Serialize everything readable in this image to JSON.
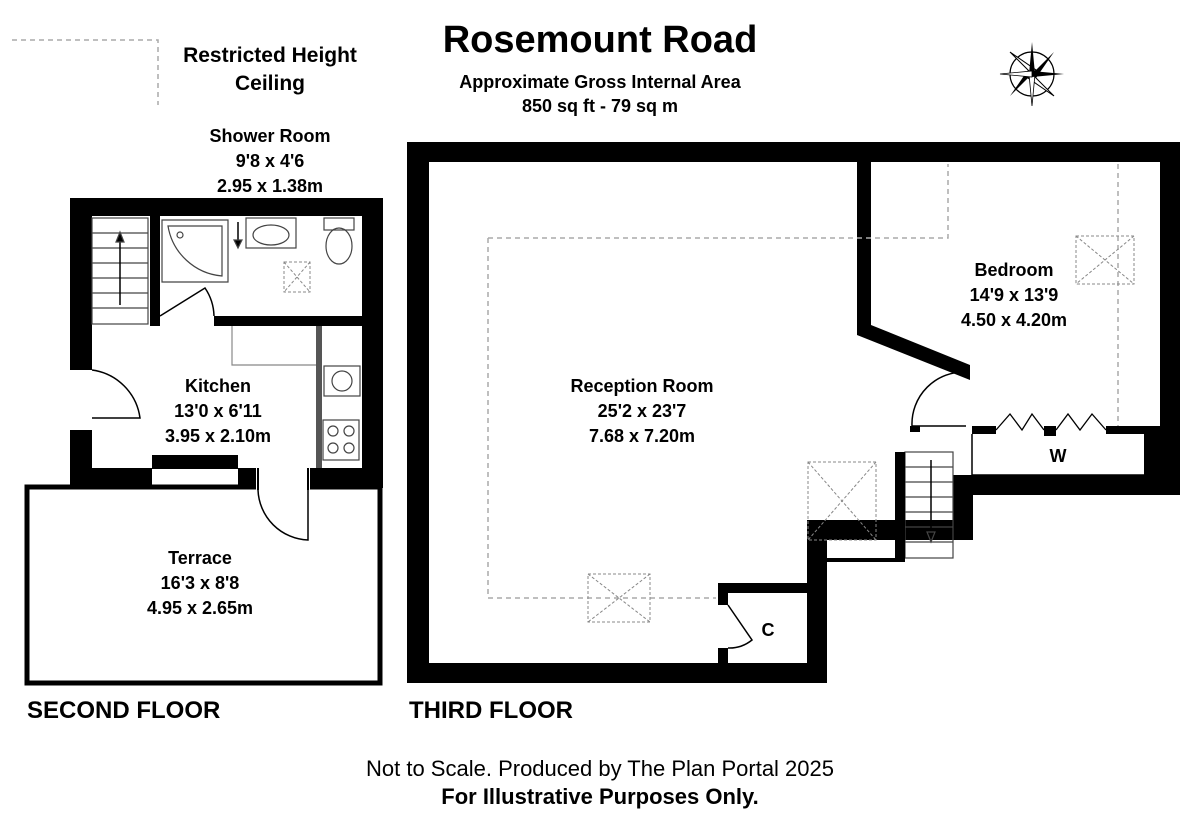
{
  "header": {
    "title": "Rosemount Road",
    "area_label": "Approximate Gross Internal Area",
    "area_value": "850 sq ft - 79 sq m"
  },
  "legend": {
    "restricted_line1": "Restricted Height",
    "restricted_line2": "Ceiling"
  },
  "second_floor": {
    "label": "SECOND FLOOR",
    "rooms": {
      "shower": {
        "name": "Shower Room",
        "imperial": "9'8 x 4'6",
        "metric": "2.95 x 1.38m"
      },
      "kitchen": {
        "name": "Kitchen",
        "imperial": "13'0 x 6'11",
        "metric": "3.95 x 2.10m"
      },
      "terrace": {
        "name": "Terrace",
        "imperial": "16'3 x 8'8",
        "metric": "4.95 x 2.65m"
      }
    }
  },
  "third_floor": {
    "label": "THIRD FLOOR",
    "rooms": {
      "reception": {
        "name": "Reception Room",
        "imperial": "25'2 x 23'7",
        "metric": "7.68 x 7.20m"
      },
      "bedroom": {
        "name": "Bedroom",
        "imperial": "14'9 x 13'9",
        "metric": "4.50 x 4.20m"
      },
      "cupboard": {
        "name": "C"
      },
      "wardrobe": {
        "name": "W"
      }
    }
  },
  "footer": {
    "line1": "Not to Scale. Produced by The Plan Portal 2025",
    "line2": "For Illustrative Purposes Only."
  },
  "colors": {
    "wall": "#000000",
    "paper": "#ffffff",
    "dashed": "#aaaaaa",
    "fixture": "#666666"
  }
}
